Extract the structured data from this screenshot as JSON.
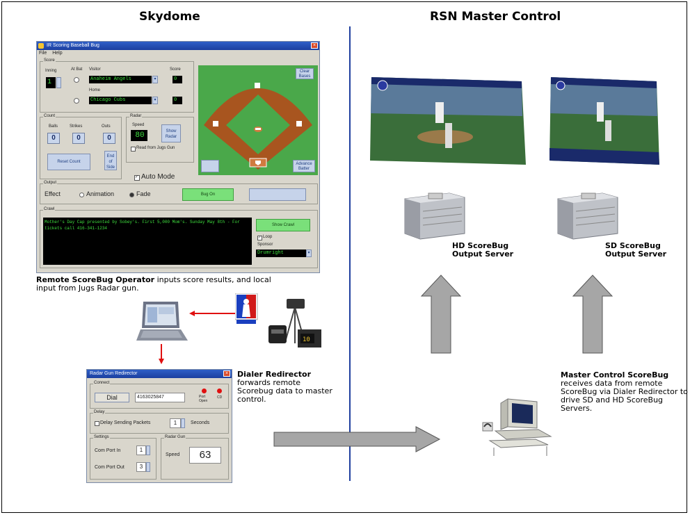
{
  "left_title": "Skydome",
  "right_title": "RSN Master Control",
  "scorebug_window": {
    "title": "IR Scoring Baseball Bug",
    "menu": [
      "File",
      "Help"
    ],
    "score_group": "Score",
    "inning_label": "Inning",
    "inning_value": "1",
    "at_bat_label": "At Bat",
    "visitor_label": "Visitor",
    "visitor_team": "Anaheim Angels",
    "home_label": "Home",
    "home_team": "Chicago Cubs",
    "score_label": "Score",
    "visitor_score": "0",
    "home_score": "0",
    "count_group": "Count",
    "balls_label": "Balls",
    "strikes_label": "Strikes",
    "outs_label": "Outs",
    "balls": "0",
    "strikes": "0",
    "outs": "0",
    "reset_count": "Reset Count",
    "end_of_side": "End of Side",
    "radar_group": "Radar",
    "speed_label": "Speed",
    "speed_value": "80",
    "show_radar": "Show Radar",
    "read_from_jugs": "Read from Jugs Gun",
    "auto_mode": "Auto Mode",
    "clear_bases": "Clear Bases",
    "advance_batter": "Advance Batter",
    "output_group": "Output",
    "effect_label": "Effect",
    "animation_label": "Animation",
    "fade_label": "Fade",
    "bug_on": "Bug On",
    "crawl_group": "Crawl",
    "crawl_text": "Mother's Day Cap presented by Sobey's. First 5,000 Mom's. Sunday May 8th - For tickets call 416-341-1234",
    "show_crawl": "Show Crawl",
    "loop_label": "Loop",
    "sponsor_label": "Sponsor",
    "sponsor_value": "Drumright"
  },
  "operator_caption_bold": "Remote ScoreBug Operator",
  "operator_caption_rest": " inputs score results, and local input from Jugs Radar gun.",
  "redirector_window": {
    "title": "Radar Gun Redirector",
    "connect_group": "Connect",
    "dial_button": "Dial",
    "phone_number": "4163025847",
    "port_open": "Port Open",
    "cd": "CD",
    "delay_group": "Delay",
    "delay_label": "Delay Sending Packets",
    "delay_value": "1",
    "seconds_label": "Seconds",
    "settings_group": "Settings",
    "com_port_in_label": "Com Port In",
    "com_port_in": "1",
    "com_port_out_label": "Com Port Out",
    "com_port_out": "3",
    "radar_gun_group": "Radar Gun",
    "speed_label": "Speed",
    "speed_value": "63"
  },
  "dialer_caption_bold": "Dialer Redirector",
  "dialer_caption_rest": "forwards remote Scorebug data to master control.",
  "hd_server_label": "HD ScoreBug Output Server",
  "sd_server_label": "SD ScoreBug Output Server",
  "master_caption_bold": "Master Control ScoreBug",
  "master_caption_rest": "receives data from remote ScoreBug via Dialer Redirector to drive SD and HD ScoreBug Servers.",
  "colors": {
    "divider": "#1f3f9f",
    "connector_red": "#e01010",
    "arrow_gray": "#a6a6a6",
    "lcd_green": "#3fe03f"
  }
}
